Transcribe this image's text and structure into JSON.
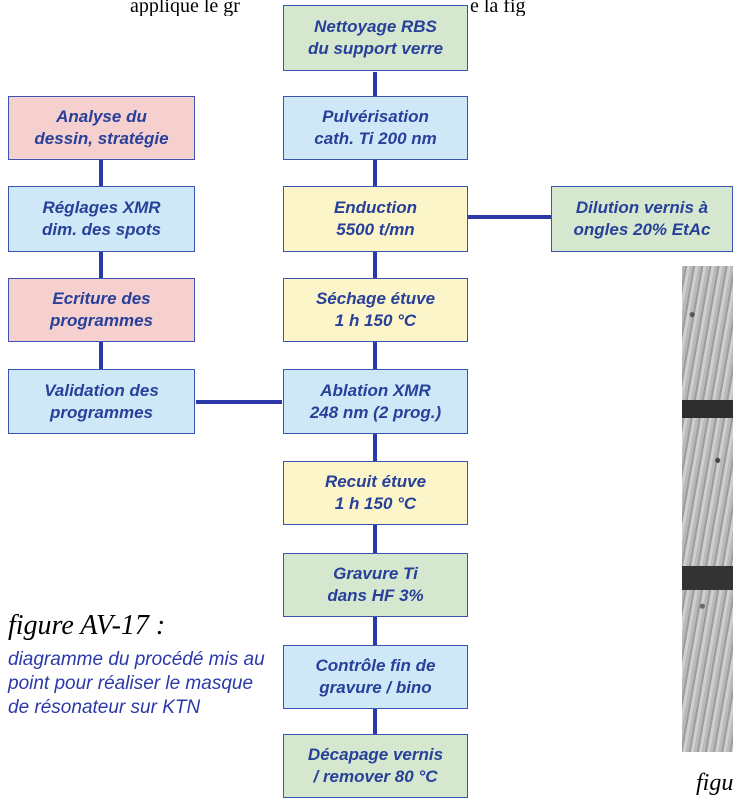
{
  "header": {
    "left_text": "applique le gr",
    "right_text": "e la fig"
  },
  "steps_main": [
    {
      "line1": "Nettoyage RBS",
      "line2": "du support verre"
    },
    {
      "line1": "Pulvérisation",
      "line2": "cath. Ti 200 nm"
    },
    {
      "line1": "Enduction",
      "line2": "5500 t/mn"
    },
    {
      "line1": "Séchage étuve",
      "line2": "1 h 150 °C"
    },
    {
      "line1": "Ablation XMR",
      "line2": "248 nm (2 prog.)"
    },
    {
      "line1": "Recuit étuve",
      "line2": "1 h 150 °C"
    },
    {
      "line1": "Gravure Ti",
      "line2": "dans HF 3%"
    },
    {
      "line1": "Contrôle fin de",
      "line2": "gravure / bino"
    },
    {
      "line1": "Décapage vernis",
      "line2": "/ remover 80 °C"
    }
  ],
  "steps_left": [
    {
      "line1": "Analyse du",
      "line2": "dessin, stratégie"
    },
    {
      "line1": "Réglages XMR",
      "line2": "dim. des spots"
    },
    {
      "line1": "Ecriture des",
      "line2": "programmes"
    },
    {
      "line1": "Validation des",
      "line2": "programmes"
    }
  ],
  "step_right": {
    "line1": "Dilution vernis à",
    "line2": "ongles 20% EtAc"
  },
  "caption": {
    "title": "figure AV-17 :",
    "body": "diagramme du procédé mis au point pour réaliser le masque de résonateur sur KTN"
  },
  "bottom_right_text": "figu"
}
